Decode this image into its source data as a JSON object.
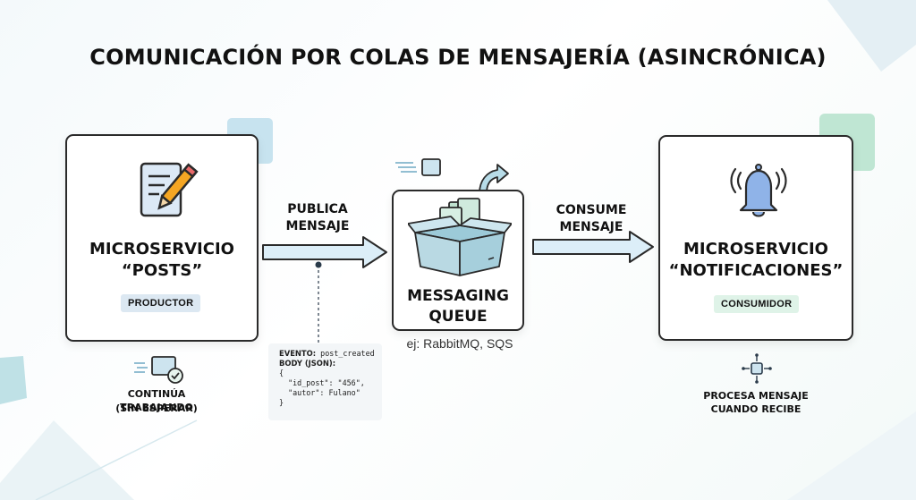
{
  "title": "COMUNICACIÓN POR COLAS DE MENSAJERÍA (ASINCRÓNICA)",
  "producer": {
    "title_line1": "MICROSERVICIO",
    "title_line2": "“POSTS”",
    "badge": "PRODUCTOR",
    "badge_color": "#dce8f2",
    "caption_line1": "CONTINÚA TRABAJANDO",
    "caption_line2": "(SIN ESPERAR)"
  },
  "publish_arrow": {
    "label_line1": "PUBLICA",
    "label_line2": "MENSAJE"
  },
  "message": {
    "lines": [
      {
        "key": "EVENTO:",
        "value": " post_created"
      },
      {
        "key": "BODY (JSON):",
        "value": ""
      },
      {
        "key": "",
        "value": "{"
      },
      {
        "key": "",
        "value": "  \"id_post\": \"456\","
      },
      {
        "key": "",
        "value": "  \"autor\": Fulano\""
      },
      {
        "key": "",
        "value": "}"
      }
    ]
  },
  "queue": {
    "title_line1": "MESSAGING",
    "title_line2": "QUEUE",
    "subtitle": "ej: RabbitMQ, SQS"
  },
  "consume_arrow": {
    "label_line1": "CONSUME",
    "label_line2": "MENSAJE"
  },
  "consumer": {
    "title_line1": "MICROSERVICIO",
    "title_line2": "“NOTIFICACIONES”",
    "badge": "CONSUMIDOR",
    "badge_color": "#dff3e8",
    "caption_line1": "PROCESA MENSAJE",
    "caption_line2": "CUANDO RECIBE"
  },
  "colors": {
    "arrow_fill": "#dceef8",
    "arrow_stroke": "#2a2a2a",
    "box_fill": "#b9d9e3",
    "bell_fill": "#8fb3e8",
    "accent_green": "#7ccca4",
    "accent_blue": "#a8d4e8"
  }
}
